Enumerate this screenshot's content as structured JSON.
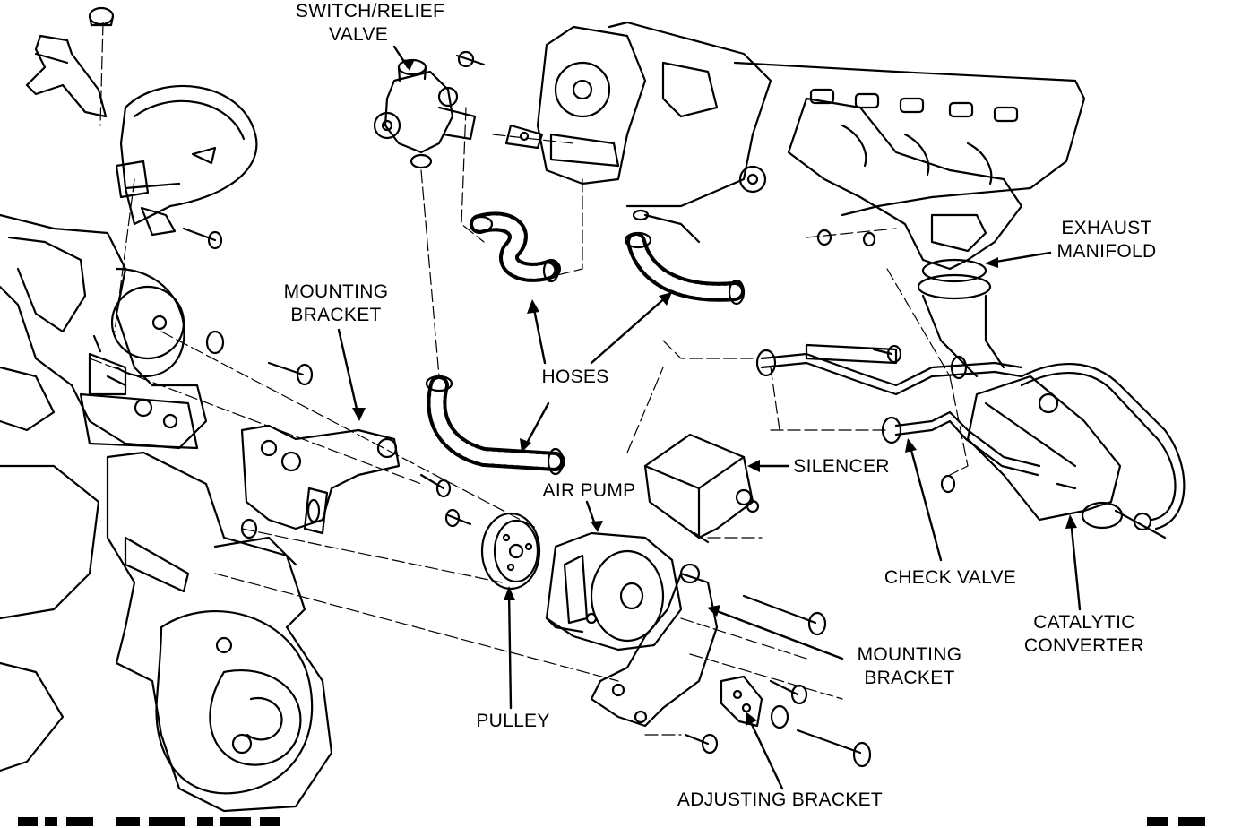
{
  "labels": {
    "switch_relief_valve": [
      "SWITCH/RELIEF",
      "VALVE"
    ],
    "mounting_bracket_top": [
      "MOUNTING",
      "BRACKET"
    ],
    "hoses": "HOSES",
    "exhaust_manifold": [
      "EXHAUST",
      "MANIFOLD"
    ],
    "silencer": "SILENCER",
    "air_pump": "AIR PUMP",
    "check_valve": "CHECK VALVE",
    "catalytic_converter": [
      "CATALYTIC",
      "CONVERTER"
    ],
    "mounting_bracket_bottom": [
      "MOUNTING",
      "BRACKET"
    ],
    "pulley": "PULLEY",
    "adjusting_bracket": "ADJUSTING BRACKET"
  },
  "colors": {
    "ink": "#000000",
    "paper": "#ffffff"
  }
}
